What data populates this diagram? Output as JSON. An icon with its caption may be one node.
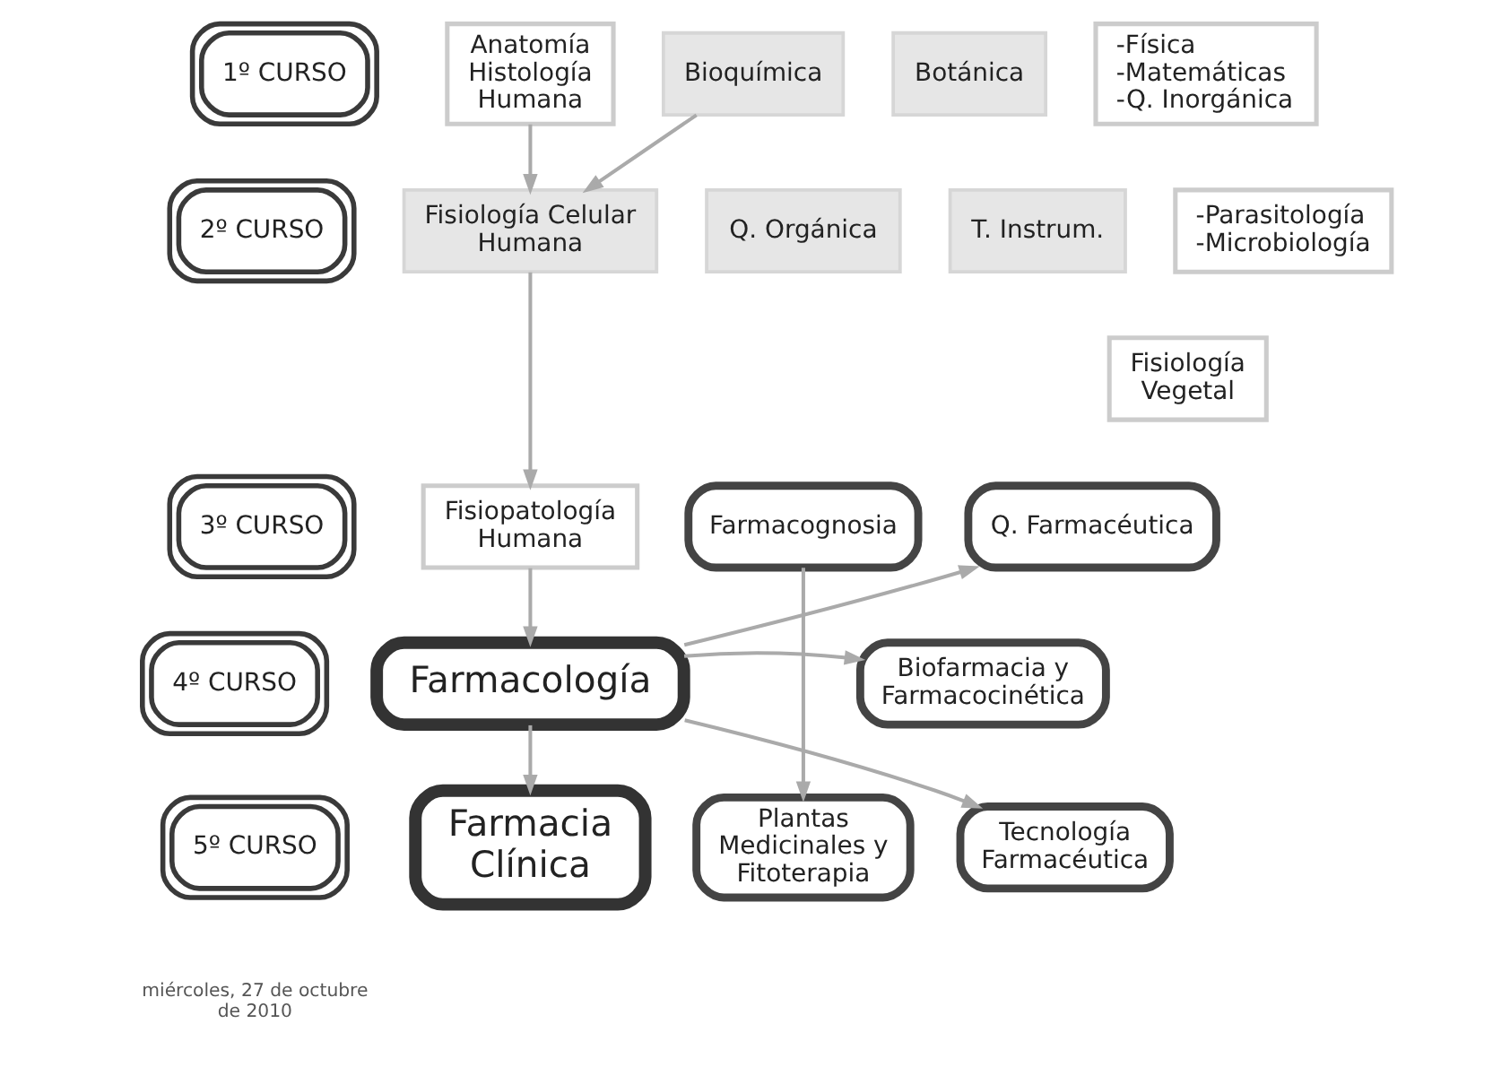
{
  "diagram": {
    "nodes": [
      {
        "text": [
          "1º CURSO"
        ]
      },
      {
        "text": [
          "Anatomía Histología Humana"
        ]
      },
      {
        "text": [
          "Bioquímica"
        ]
      },
      {
        "text": [
          "Botánica"
        ]
      },
      {
        "text": [
          "-Física",
          "-Matemáticas",
          "-Q. Inorgánica"
        ]
      },
      {
        "text": [
          "2º CURSO"
        ]
      },
      {
        "text": [
          "Fisiología Celular Humana"
        ]
      },
      {
        "text": [
          "Q. Orgánica"
        ]
      },
      {
        "text": [
          "T. Instrum."
        ]
      },
      {
        "text": [
          "-Parasitología",
          "-Microbiología"
        ]
      },
      {
        "text": [
          "Fisiología Vegetal"
        ]
      },
      {
        "text": [
          "3º CURSO"
        ]
      },
      {
        "text": [
          "Fisiopatología Humana"
        ]
      },
      {
        "text": [
          "Farmacognosia"
        ]
      },
      {
        "text": [
          "Q. Farmacéutica"
        ]
      },
      {
        "text": [
          "Biofarmacia y Farmacocinética"
        ]
      },
      {
        "text": [
          "4º CURSO"
        ]
      },
      {
        "text": [
          "Farmacología"
        ]
      },
      {
        "text": [
          "Tecnología Farmacéutica"
        ]
      },
      {
        "text": [
          "5º CURSO"
        ]
      },
      {
        "text": [
          "Farmacia Clínica"
        ]
      },
      {
        "text": [
          "Plantas Medicinales y Fitoterapia"
        ]
      }
    ],
    "edges": [
      {
        "from": 1,
        "to": 6,
        "arrow": "to"
      },
      {
        "from": 2,
        "to": 6,
        "arrow": "to"
      },
      {
        "from": 6,
        "to": 12,
        "arrow": "to"
      },
      {
        "from": 12,
        "to": 17,
        "arrow": "to"
      },
      {
        "from": 17,
        "to": 20,
        "arrow": "to"
      },
      {
        "from": 17,
        "to": 14,
        "arrow": "to"
      },
      {
        "from": 17,
        "to": 15,
        "arrow": "to"
      },
      {
        "from": 17,
        "to": 18,
        "arrow": "to"
      },
      {
        "from": 13,
        "to": 21,
        "arrow": "to"
      }
    ],
    "labels": [
      "miércoles, 27 de octubre de 2010"
    ]
  }
}
